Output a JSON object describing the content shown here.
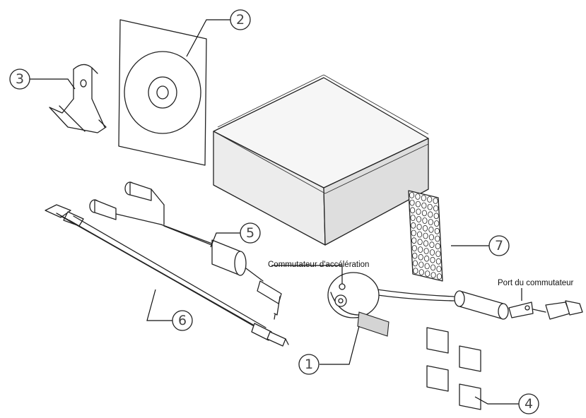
{
  "callouts": [
    {
      "id": "1",
      "label": "1"
    },
    {
      "id": "2",
      "label": "2"
    },
    {
      "id": "3",
      "label": "3"
    },
    {
      "id": "4",
      "label": "4"
    },
    {
      "id": "5",
      "label": "5"
    },
    {
      "id": "6",
      "label": "6"
    },
    {
      "id": "7",
      "label": "7"
    }
  ],
  "annotations": {
    "accel_switch": "Commutateur d'accélération",
    "switch_port": "Port du commutateur"
  },
  "colors": {
    "line": "#222222",
    "background": "#ffffff"
  }
}
